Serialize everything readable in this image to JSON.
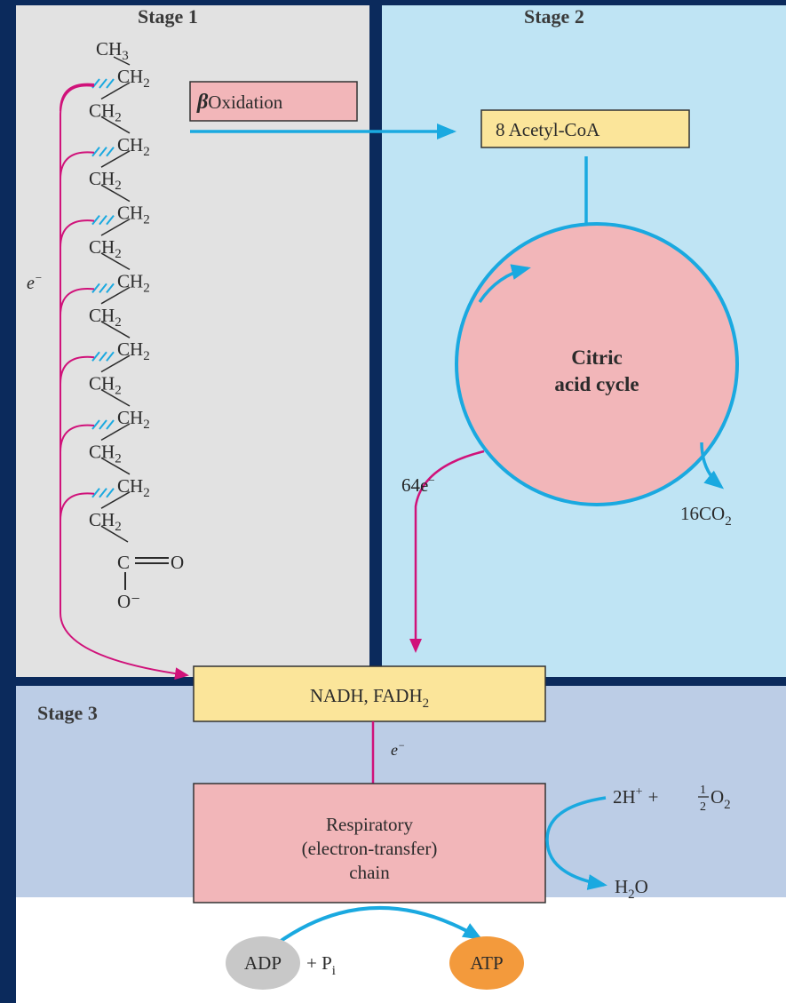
{
  "stages": {
    "stage1": "Stage 1",
    "stage2": "Stage 2",
    "stage3": "Stage 3"
  },
  "molecule": {
    "top": "CH",
    "top_sub": "3",
    "units": [
      {
        "text": "CH",
        "sub": "2"
      },
      {
        "text": "CH",
        "sub": "2"
      },
      {
        "text": "CH",
        "sub": "2"
      },
      {
        "text": "CH",
        "sub": "2"
      },
      {
        "text": "CH",
        "sub": "2"
      },
      {
        "text": "CH",
        "sub": "2"
      },
      {
        "text": "CH",
        "sub": "2"
      },
      {
        "text": "CH",
        "sub": "2"
      },
      {
        "text": "CH",
        "sub": "2"
      },
      {
        "text": "CH",
        "sub": "2"
      },
      {
        "text": "CH",
        "sub": "2"
      },
      {
        "text": "CH",
        "sub": "2"
      },
      {
        "text": "CH",
        "sub": "2"
      },
      {
        "text": "CH",
        "sub": "2"
      }
    ],
    "carboxyl_c": "C",
    "carboxyl_o": "O",
    "carboxyl_ominus": "O⁻"
  },
  "labels": {
    "beta_symbol": "β",
    "beta_text": "Oxidation",
    "acetyl": "8 Acetyl-CoA",
    "citric_line1": "Citric",
    "citric_line2": "acid cycle",
    "co2_prefix": "16CO",
    "co2_sub": "2",
    "e_stage1": "e",
    "e_stage1_sup": "−",
    "e64": "64e",
    "e64_sup": "−",
    "nadh": "NADH, FADH",
    "nadh_sub": "2",
    "e_stage3": "e",
    "e_stage3_sup": "−",
    "resp_line1": "Respiratory",
    "resp_line2": "(electron-transfer)",
    "resp_line3": "chain",
    "h_text": "2H",
    "h_sup": "+",
    "plus_half": "+",
    "half_num": "1",
    "half_den": "2",
    "o2": "O",
    "o2_sub": "2",
    "water": "H",
    "water_sub": "2",
    "water_o": "O",
    "adp": "ADP",
    "pi_plus": "+ P",
    "pi_sub": "i",
    "atp": "ATP"
  },
  "colors": {
    "frame": "#0b2a5c",
    "stage1_bg": "#e2e2e2",
    "stage2_bg": "#bfe4f4",
    "stage3_bg": "#bccde6",
    "box_yellow": "#fbe59a",
    "box_pink": "#f2b6b9",
    "arrow_blue": "#1aa9e0",
    "arrow_magenta": "#d0127a",
    "adp_gray": "#c8c8c8",
    "atp_orange": "#f39a3c"
  }
}
